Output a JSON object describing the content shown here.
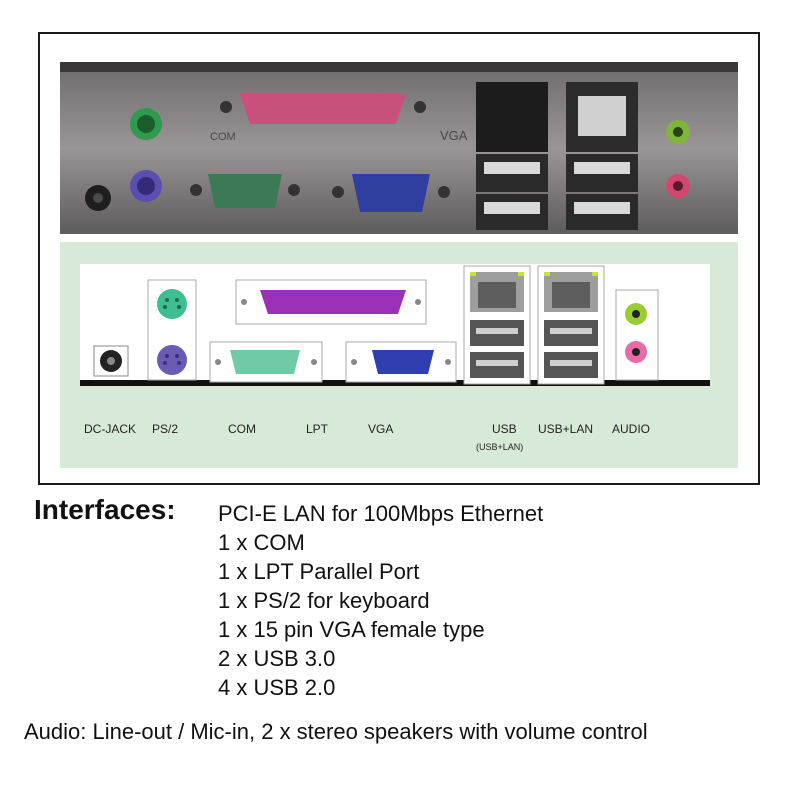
{
  "diagram": {
    "labels": {
      "dc_jack": "DC-JACK",
      "ps2": "PS/2",
      "com": "COM",
      "lpt": "LPT",
      "vga": "VGA",
      "usb": "USB",
      "usb_sub": "(USB+LAN)",
      "usb_lan": "USB+LAN",
      "audio": "AUDIO"
    }
  },
  "photo": {
    "panel_text": {
      "com": "COM",
      "vga": "VGA"
    }
  },
  "interfaces": {
    "title": "Interfaces:",
    "items": [
      "PCI-E LAN for 100Mbps Ethernet",
      "1 x COM",
      "1 x LPT Parallel Port",
      "1 x PS/2 for keyboard",
      "1 x 15 pin VGA female type",
      "2 x USB 3.0",
      "4 x USB 2.0"
    ]
  },
  "audio_line": "Audio:  Line-out / Mic-in, 2 x stereo speakers with volume control",
  "colors": {
    "diagram_bg": "#d6ead7",
    "ps2_green": "#3fbf8f",
    "ps2_purple": "#6b5bb5",
    "lpt_purple": "#9b2fb8",
    "com_teal": "#6ecba6",
    "vga_blue": "#2f3fb0",
    "audio_green": "#9acd32",
    "audio_pink": "#e86aa8",
    "photo_lpt_pink": "#c94f7c"
  }
}
